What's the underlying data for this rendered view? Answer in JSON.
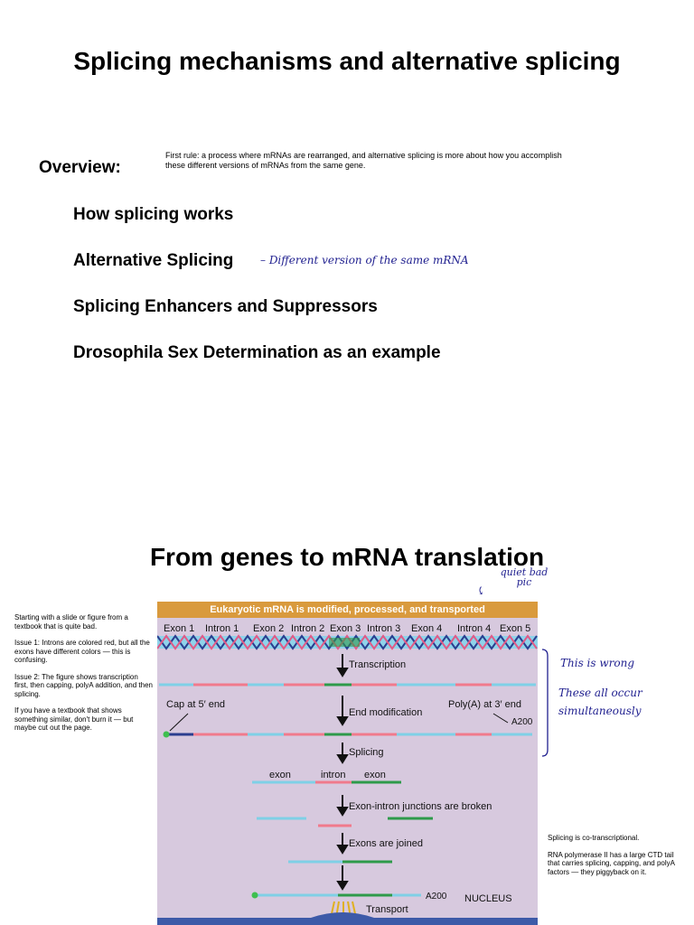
{
  "slide1": {
    "title": "Splicing mechanisms and alternative splicing",
    "overview_label": "Overview:",
    "overview_note": "First rule: a process where mRNAs are rearranged, and alternative splicing is more about how you accomplish these different versions of mRNAs from the same gene.",
    "topics": [
      "How splicing works",
      "Alternative Splicing",
      "Splicing Enhancers and Suppressors",
      "Drosophila Sex Determination as an example"
    ],
    "handwritten_annotation": "– Different version of the same mRNA"
  },
  "slide2": {
    "title": "From genes to mRNA translation",
    "handwritten_top": "quiet bad pic",
    "left_notes": [
      "Starting with a slide or figure from a textbook that is quite bad.",
      "Issue 1: Introns are colored red, but all the exons have different colors — this is confusing.",
      "Issue 2: The figure shows transcription first, then capping, polyA addition, and then splicing.",
      "If you have a textbook that shows something similar, don't burn it — but maybe cut out the page."
    ],
    "handwritten_right_1": "This is wrong",
    "handwritten_right_2": "These all occur simultaneously",
    "right_notes": [
      "Splicing is co-transcriptional.",
      "RNA polymerase II has a large CTD tail that carries splicing, capping, and polyA factors — they piggyback on it."
    ],
    "figure": {
      "title": "Eukaryotic mRNA is modified, processed, and transported",
      "gene_labels": [
        "Exon 1",
        "Intron 1",
        "Exon 2",
        "Intron 2",
        "Exon 3",
        "Intron 3",
        "Exon 4",
        "Intron 4",
        "Exon 5"
      ],
      "step_transcription": "Transcription",
      "cap_label": "Cap at 5′ end",
      "polya_label": "Poly(A) at 3′ end",
      "a200": "A200",
      "step_end_modification": "End modification",
      "step_splicing": "Splicing",
      "exon_label": "exon",
      "intron_label": "intron",
      "exon_label_2": "exon",
      "step_junctions": "Exon-intron junctions are broken",
      "step_joined": "Exons are joined",
      "a200_bottom": "A200",
      "nucleus_label": "NUCLEUS",
      "transport_label": "Transport",
      "colors": {
        "header": "#d99a3d",
        "background": "#d7c9de",
        "exon": "#7fd0e6",
        "intron": "#f07a8c",
        "green_exon": "#2e9a4a",
        "navy": "#2b3e8f"
      }
    }
  }
}
